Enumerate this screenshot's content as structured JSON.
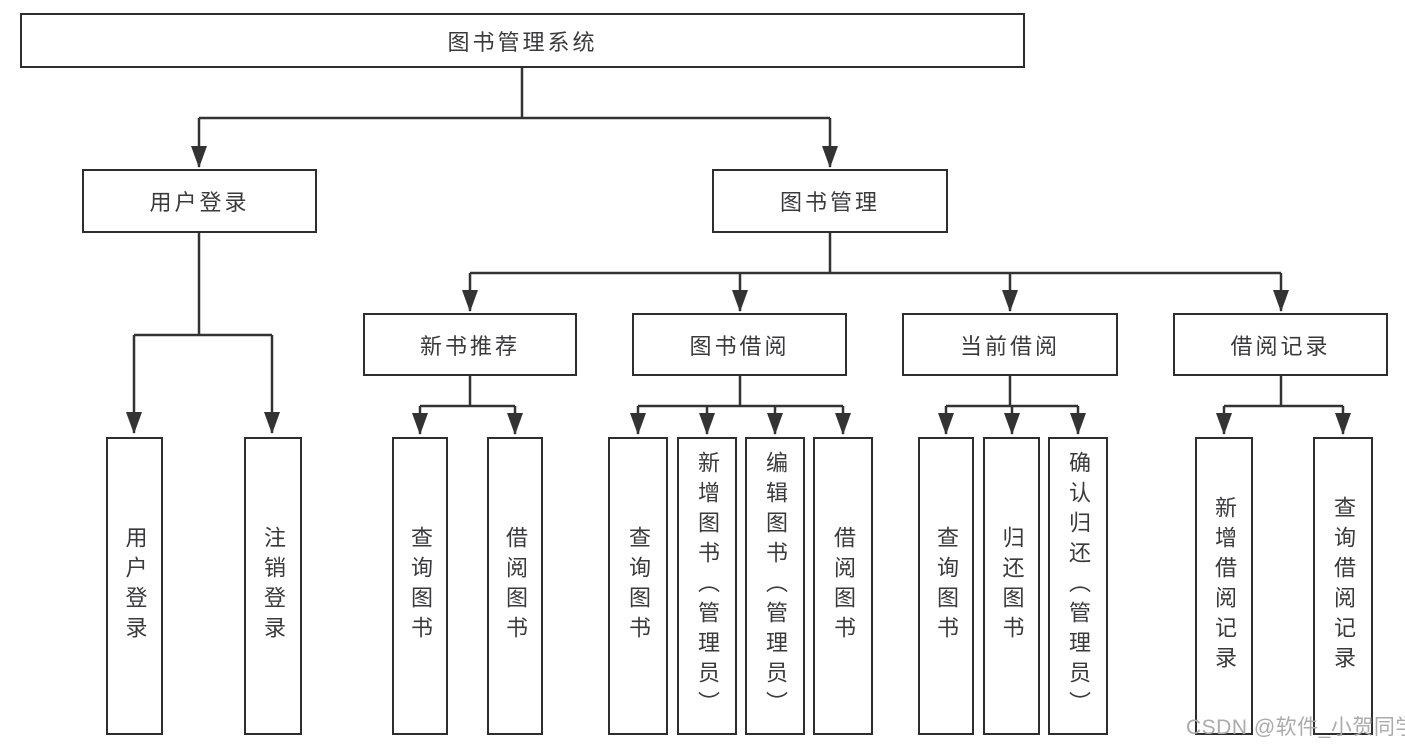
{
  "tree": {
    "root": "图书管理系统",
    "login": {
      "label": "用户登录",
      "children": [
        "用户登录",
        "注销登录"
      ]
    },
    "manage": {
      "label": "图书管理",
      "groups": [
        {
          "label": "新书推荐",
          "children": [
            "查询图书",
            "借阅图书"
          ]
        },
        {
          "label": "图书借阅",
          "children": [
            "查询图书",
            "新增图书（管理员）",
            "编辑图书（管理员）",
            "借阅图书"
          ]
        },
        {
          "label": "当前借阅",
          "children": [
            "查询图书",
            "归还图书",
            "确认归还（管理员）"
          ]
        },
        {
          "label": "借阅记录",
          "children": [
            "新增借阅记录",
            "查询借阅记录"
          ]
        }
      ]
    }
  },
  "watermark": "CSDN @软件_小贺同学",
  "colors": {
    "line": "#333333",
    "border": "#2e2e30",
    "text": "#3a3a3c",
    "watermark": "#ababab"
  }
}
